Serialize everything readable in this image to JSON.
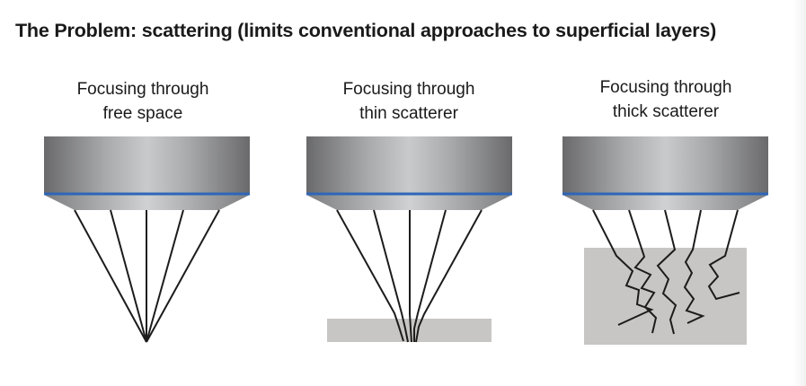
{
  "title": "The Problem: scattering (limits conventional approaches to superficial layers)",
  "panels": [
    {
      "caption_line1": "Focusing through",
      "caption_line2": "free space"
    },
    {
      "caption_line1": "Focusing through",
      "caption_line2": "thin scatterer"
    },
    {
      "caption_line1": "Focusing through",
      "caption_line2": "thick scatterer"
    }
  ],
  "colors": {
    "objective_edge": "#6a6a6c",
    "objective_center": "#c9cacc",
    "focal_plane_line": "#2e66b8",
    "scatterer": "#c8c6c4",
    "ray": "#1c1c1c"
  },
  "icons": [
    "objective-lens-icon"
  ]
}
